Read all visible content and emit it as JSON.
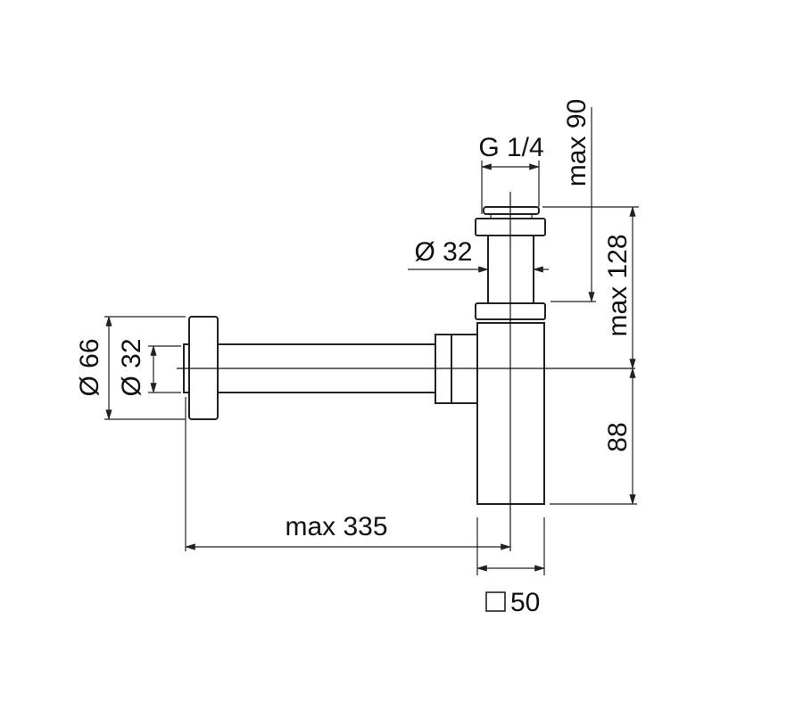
{
  "title": "Bottle siphon dimension drawing",
  "colors": {
    "line": "#222222",
    "background": "#ffffff"
  },
  "dimensions": {
    "thread": "G 1/4",
    "max_height_top": "max 90",
    "pipe_diameter_top": "Ø 32",
    "max_height": "max 128",
    "outlet_height": "88",
    "flange_diameter": "Ø 66",
    "outlet_diameter": "Ø 32",
    "max_length": "max 335",
    "body_square": "50"
  }
}
